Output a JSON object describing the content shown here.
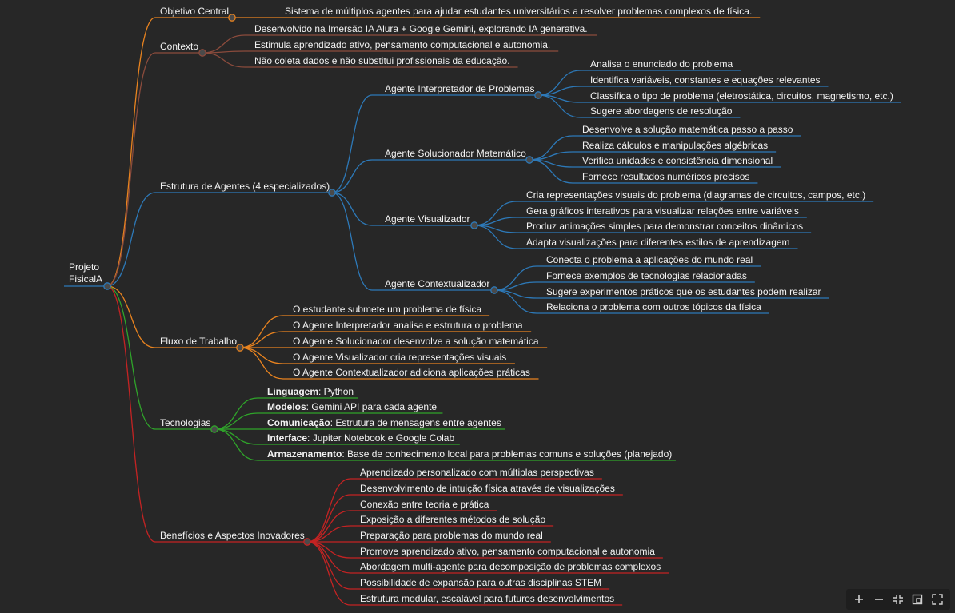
{
  "colors": {
    "background": "#272727",
    "text": "#f3f3f3",
    "orange": "#e8831f",
    "brown": "#8b4b3c",
    "blue": "#2d79b8",
    "green": "#2fa42a",
    "red": "#c42323",
    "knob": "#4a4a4a"
  },
  "root": {
    "label": "Projeto\nFisicalA"
  },
  "branches": [
    {
      "id": "objetivo",
      "label": "Objetivo Central",
      "color": "#e8831f",
      "leaves": [
        "Sistema de múltiplos agentes para ajudar estudantes universitários a resolver problemas complexos de física."
      ]
    },
    {
      "id": "contexto",
      "label": "Contexto",
      "color": "#8b4b3c",
      "leaves": [
        "Desenvolvido na Imersão IA Alura + Google Gemini, explorando IA generativa.",
        "Estimula aprendizado ativo, pensamento computacional e autonomia.",
        "Não coleta dados e não substitui profissionais da educação."
      ]
    },
    {
      "id": "estrutura",
      "label": "Estrutura de Agentes (4 especializados)",
      "color": "#2d79b8",
      "agents": [
        {
          "label": "Agente Interpretador de Problemas",
          "leaves": [
            "Analisa o enunciado do problema",
            "Identifica variáveis, constantes e equações relevantes",
            "Classifica o tipo de problema (eletrostática, circuitos, magnetismo, etc.)",
            "Sugere abordagens de resolução"
          ]
        },
        {
          "label": "Agente Solucionador Matemático",
          "leaves": [
            "Desenvolve a solução matemática passo a passo",
            "Realiza cálculos e manipulações algébricas",
            "Verifica unidades e consistência dimensional",
            "Fornece resultados numéricos precisos"
          ]
        },
        {
          "label": "Agente Visualizador",
          "leaves": [
            "Cria representações visuais do problema (diagramas de circuitos, campos, etc.)",
            "Gera gráficos interativos para visualizar relações entre variáveis",
            "Produz animações simples para demonstrar conceitos dinâmicos",
            "Adapta visualizações para diferentes estilos de aprendizagem"
          ]
        },
        {
          "label": "Agente Contextualizador",
          "leaves": [
            "Conecta o problema a aplicações do mundo real",
            "Fornece exemplos de tecnologias relacionadas",
            "Sugere experimentos práticos que os estudantes podem realizar",
            "Relaciona o problema com outros tópicos da física"
          ]
        }
      ]
    },
    {
      "id": "fluxo",
      "label": "Fluxo de Trabalho",
      "color": "#e8831f",
      "leaves": [
        "O estudante submete um problema de física",
        "O Agente Interpretador analisa e estrutura o problema",
        "O Agente Solucionador desenvolve a solução matemática",
        "O Agente Visualizador cria representações visuais",
        "O Agente Contextualizador adiciona aplicações práticas"
      ]
    },
    {
      "id": "tecnologias",
      "label": "Tecnologias",
      "color": "#2fa42a",
      "leaves": [
        {
          "key": "Linguagem",
          "text": ": Python"
        },
        {
          "key": "Modelos",
          "text": ": Gemini API para cada agente"
        },
        {
          "key": "Comunicação",
          "text": ": Estrutura de mensagens entre agentes"
        },
        {
          "key": "Interface",
          "text": ": Jupiter Notebook e Google Colab"
        },
        {
          "key": "Armazenamento",
          "text": ": Base de conhecimento local para problemas comuns e soluções (planejado)"
        }
      ]
    },
    {
      "id": "beneficios",
      "label": "Benefícios e Aspectos Inovadores",
      "color": "#c42323",
      "leaves": [
        "Aprendizado personalizado com múltiplas perspectivas",
        "Desenvolvimento de intuição física através de visualizações",
        "Conexão entre teoria e prática",
        "Exposição a diferentes métodos de solução",
        "Preparação para problemas do mundo real",
        "Promove aprendizado ativo, pensamento computacional e autonomia",
        "Abordagem multi-agente para decomposição de problemas complexos",
        "Possibilidade de expansão para outras disciplinas STEM",
        "Estrutura modular, escalável para futuros desenvolvimentos"
      ]
    }
  ],
  "toolbar": [
    {
      "name": "zoom-in-icon"
    },
    {
      "name": "zoom-out-icon"
    },
    {
      "name": "fit-view-icon"
    },
    {
      "name": "recenter-icon"
    },
    {
      "name": "fullscreen-icon"
    }
  ]
}
